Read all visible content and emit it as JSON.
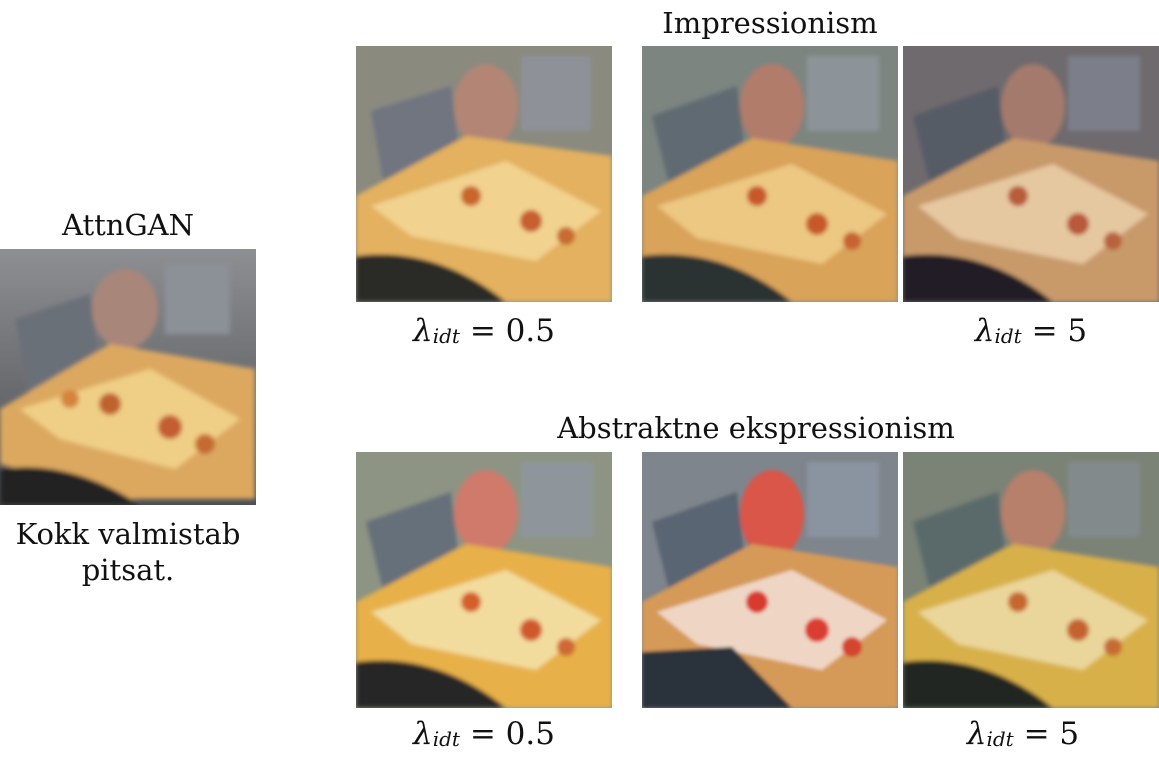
{
  "left": {
    "title": "AttnGAN",
    "caption_line1": "Kokk valmistab",
    "caption_line2": "pitsat."
  },
  "impressionism": {
    "title": "Impressionism",
    "lambda_left": {
      "symbol": "λ",
      "sub": "idt",
      "eq": "= 0.5"
    },
    "lambda_right": {
      "symbol": "λ",
      "sub": "idt",
      "eq": "= 5"
    }
  },
  "abstract": {
    "title": "Abstraktne ekspressionism",
    "lambda_left": {
      "symbol": "λ",
      "sub": "idt",
      "eq": "= 0.5"
    },
    "lambda_right": {
      "symbol": "λ",
      "sub": "idt",
      "eq": "= 5"
    }
  },
  "colors": {
    "original_tint": "#d9a55a",
    "impressionism_tints": [
      "#e3b15f",
      "#d9a35a",
      "#c89a6a"
    ],
    "abstract_tints": [
      "#e7b04a",
      "#d59a58",
      "#d8b04a"
    ]
  }
}
